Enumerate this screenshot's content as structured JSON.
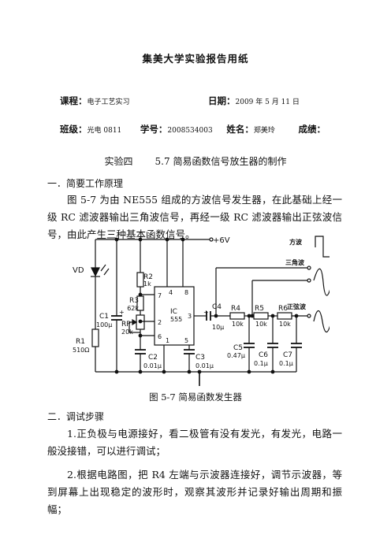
{
  "header": {
    "title": "集美大学实验报告用纸"
  },
  "info": {
    "course_label": "课程：",
    "course_value": "电子工艺实习",
    "date_label": "日期：",
    "date_value": "2009 年 5 月 11 日",
    "class_label": "班级：",
    "class_value": "光电 0811",
    "id_label": "学号：",
    "id_value": "2008534003",
    "name_label": "姓名：",
    "name_value": "郑美玲",
    "score_label": "成绩："
  },
  "experiment": {
    "number": "实验四",
    "title": "5.7 简易函数信号放生器的制作"
  },
  "section1": {
    "heading": "一．简要工作原理",
    "paragraph": "图 5-7 为由 NE555 组成的方波信号发生器，在此基础上经一级 RC 滤波器输出三角波信号，再经一级 RC 滤波器输出正弦波信号，由此产生三种基本函数信号。"
  },
  "figure": {
    "caption": "图 5-7 简易函数发生器",
    "labels": {
      "vcc": "+6V",
      "square": "方波",
      "triangle": "三角波",
      "sine": "正弦波",
      "vd": "VD",
      "r1": "R1",
      "r1v": "510Ω",
      "c1": "C1",
      "c1v": "100μ",
      "r2": "R2",
      "r2v": "1k",
      "r3": "R3",
      "r3v": "62k",
      "rp": "RP",
      "rpv": "20k",
      "ic": "IC",
      "icv": "555",
      "p7": "7",
      "p4": "4",
      "p8": "8",
      "p2": "2",
      "p3": "3",
      "p6": "6",
      "p1": "1",
      "p5": "5",
      "c2": "C2",
      "c2v": "0.01μ",
      "c3": "C3",
      "c3v": "0.01μ",
      "c4": "C4",
      "c4v": "10μ",
      "r4": "R4",
      "r4v": "10k",
      "r5": "R5",
      "r5v": "10k",
      "r6": "R6",
      "r6v": "10k",
      "c5": "C5",
      "c5v": "0.47μ",
      "c6": "C6",
      "c6v": "0.1μ",
      "c7": "C7",
      "c7v": "0.1μ"
    }
  },
  "section2": {
    "heading": "二．调试步骤",
    "steps": [
      "1.正负极与电源接好，看二极管有没有发光，有发光，电路一般没接错，可以进行调试；",
      "2.根据电路图，把 R4 左端与示波器连接好，调节示波器，等到屏幕上出现稳定的波形时，观察其波形并记录好输出周期和振幅；"
    ]
  }
}
